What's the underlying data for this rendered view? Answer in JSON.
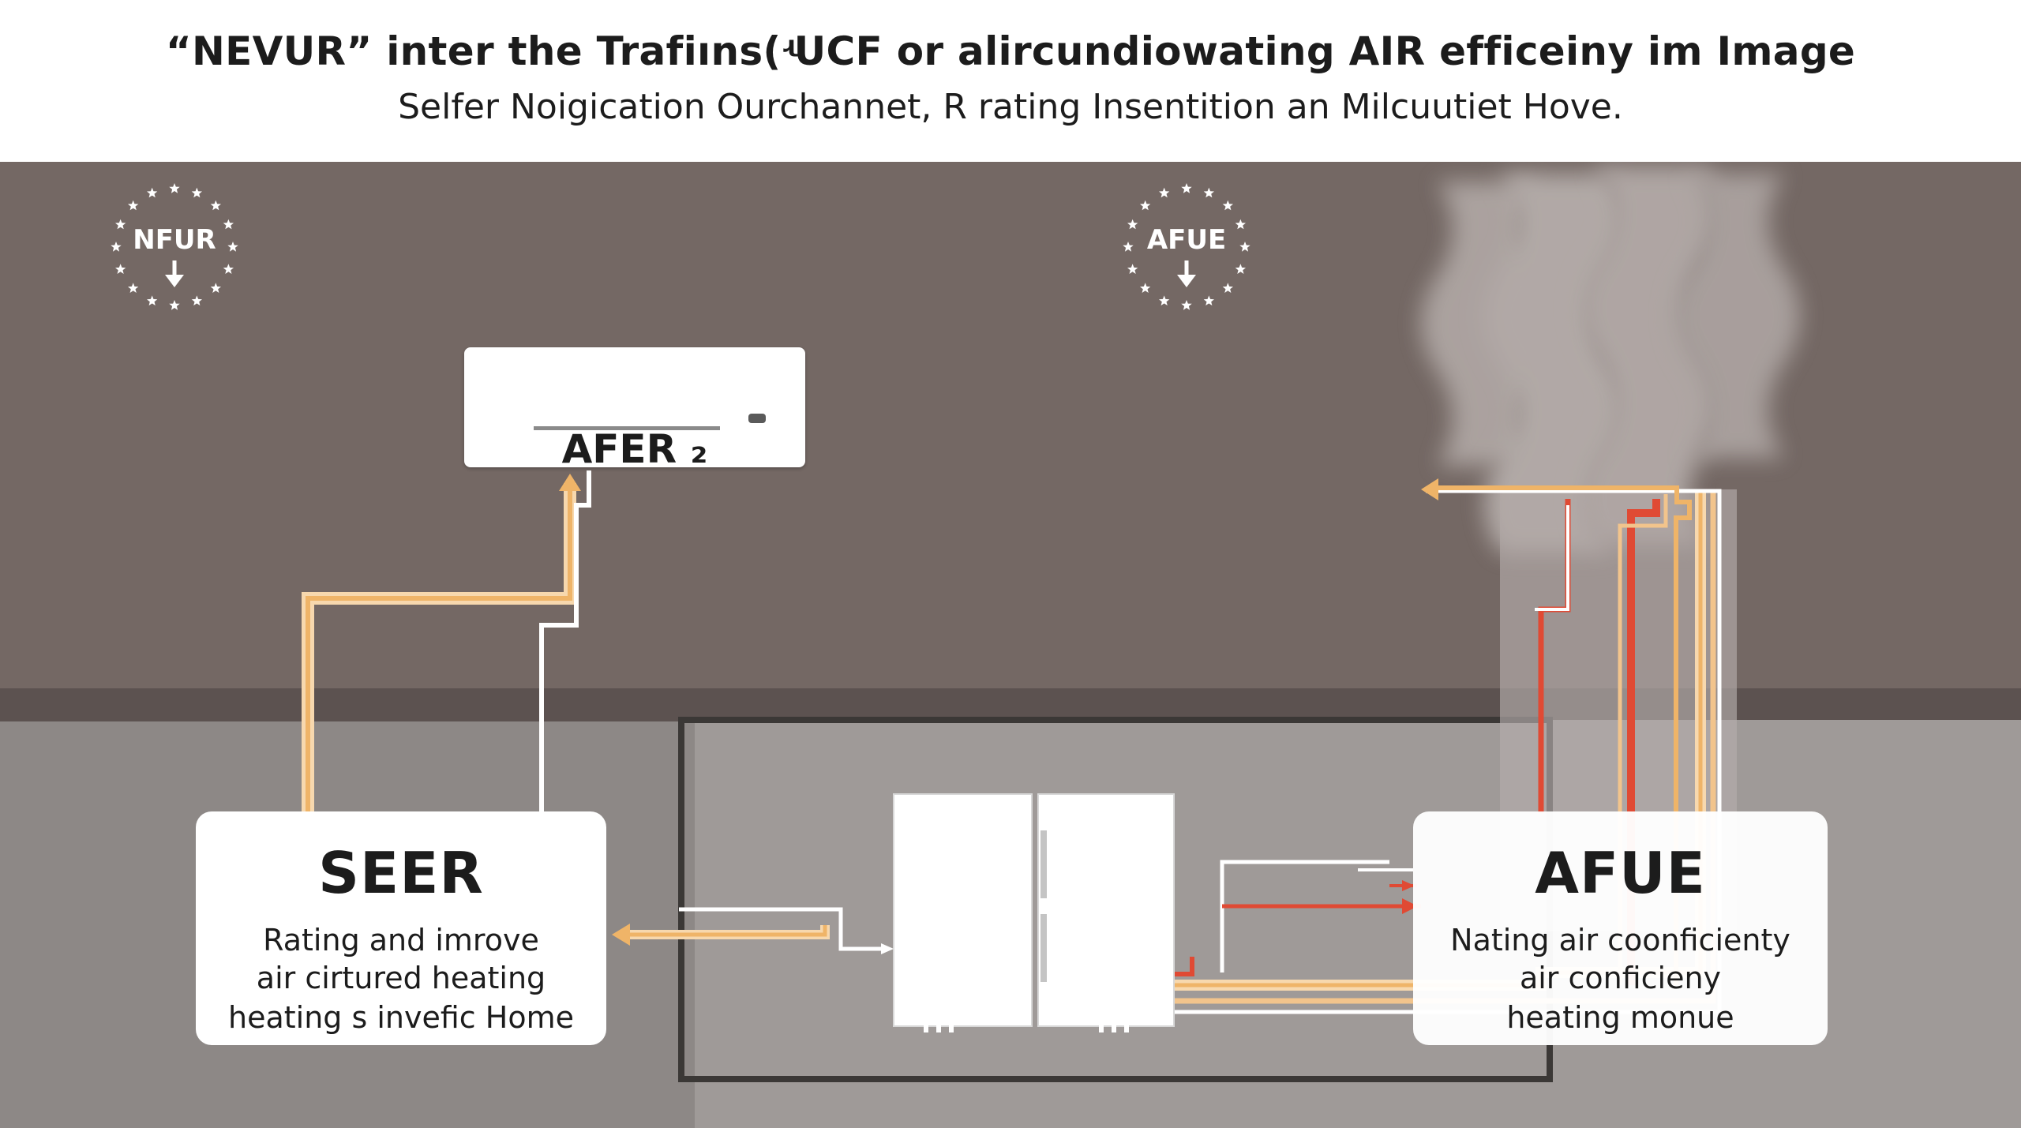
{
  "header": {
    "title": "“NEVUR” inter the Trafiıns(ʵUCF or alircundiowating AIR efficeiny im Image",
    "subtitle": "Selfer Noigication Ourchannet, R rating Insentition an Milcuutiet Hove."
  },
  "badges": [
    {
      "label": "NFUR",
      "icon": "star-ring-down-arrow-icon"
    },
    {
      "label": "AFUE",
      "icon": "star-ring-down-arrow-icon"
    }
  ],
  "ac_unit": {
    "label": "AFER ₂"
  },
  "seer_card": {
    "title": "SEER",
    "lines": [
      "Rating and imrove",
      "air cirtured heating",
      "heating s invefic Home"
    ]
  },
  "afue_card": {
    "title": "AFUE",
    "lines": [
      "Nating air coonficienty",
      "air conficieny",
      "heating monue"
    ]
  },
  "colors": {
    "background_wall": "#746864",
    "floor": "#8f8a88",
    "header": "#ffffff",
    "warm_pipe": "#f0bd7a",
    "hot_pipe": "#e04a34",
    "white_pipe": "#ffffff",
    "steam": "#c9c2c0"
  }
}
